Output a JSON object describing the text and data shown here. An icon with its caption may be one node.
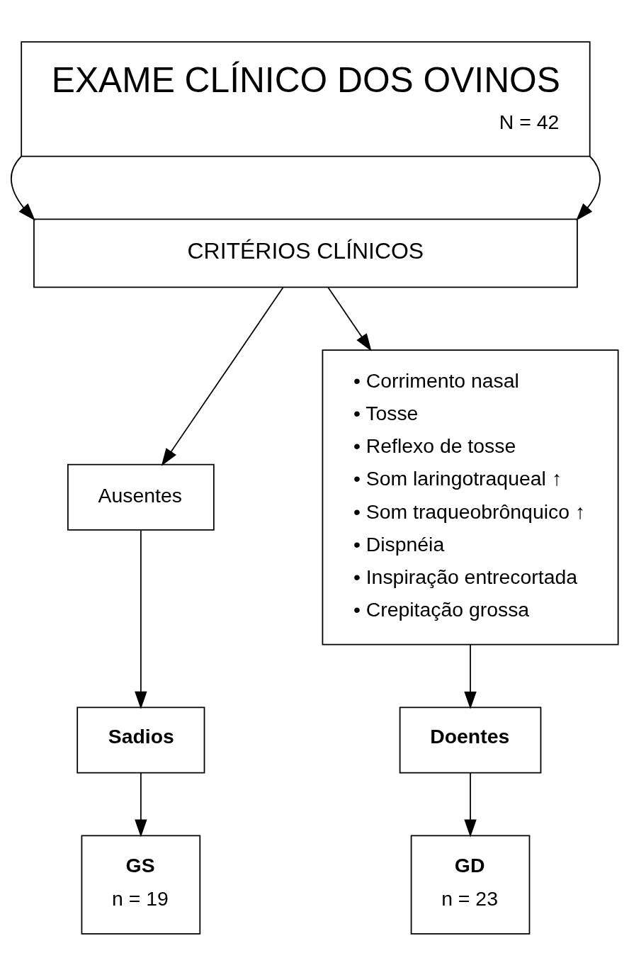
{
  "diagram": {
    "nodes": [
      {
        "text": [
          "EXAME CLÍNICO DOS OVINOS",
          "N = 42"
        ]
      },
      {
        "text": [
          "CRITÉRIOS CLÍNICOS"
        ]
      },
      {
        "text": [
          "Ausentes"
        ]
      },
      {
        "text": [
          "Sadios"
        ]
      },
      {
        "text": [
          "GS",
          "n = 19"
        ]
      },
      {
        "text": [
          "• Corrimento nasal",
          "• Tosse",
          "• Reflexo de tosse",
          "• Som laringotraqueal ↑",
          "• Som traqueobrônquico ↑",
          "• Dispnéia",
          "• Inspiração entrecortada",
          "• Crepitação grossa"
        ]
      },
      {
        "text": [
          "Doentes"
        ]
      },
      {
        "text": [
          "GD",
          "n = 23"
        ]
      }
    ],
    "edges": [
      {
        "from": 0,
        "to": 1,
        "arrow": "to"
      },
      {
        "from": 0,
        "to": 1,
        "arrow": "to"
      },
      {
        "from": 1,
        "to": 2,
        "arrow": "to"
      },
      {
        "from": 1,
        "to": 5,
        "arrow": "to"
      },
      {
        "from": 2,
        "to": 3,
        "arrow": "to"
      },
      {
        "from": 3,
        "to": 4,
        "arrow": "to"
      },
      {
        "from": 5,
        "to": 6,
        "arrow": "to"
      },
      {
        "from": 6,
        "to": 7,
        "arrow": "to"
      }
    ]
  }
}
